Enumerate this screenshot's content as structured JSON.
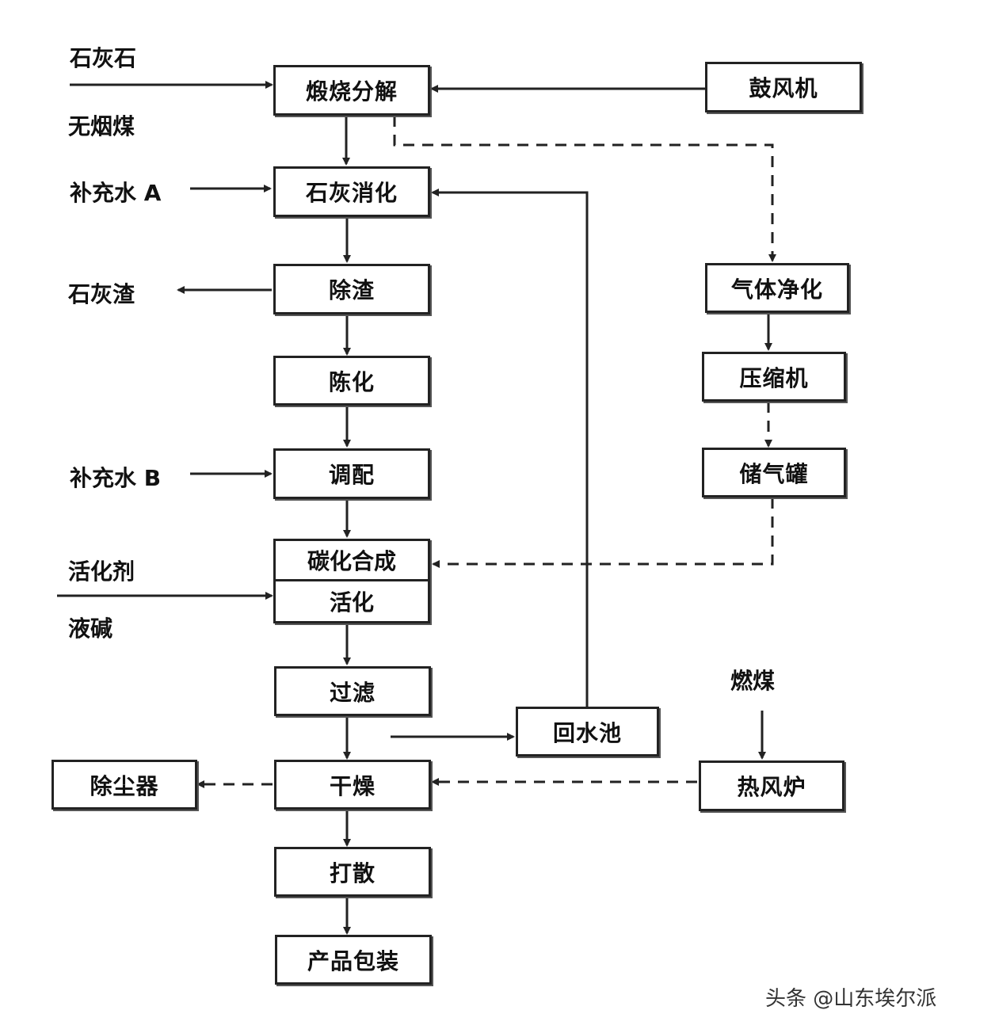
{
  "nodes": {
    "calcination": "煅烧分解",
    "blower": "鼓风机",
    "lime_digestion": "石灰消化",
    "gas_purification": "气体净化",
    "slag_removal": "除渣",
    "aging": "陈化",
    "compressor": "压缩机",
    "blending": "调配",
    "gas_tank": "储气罐",
    "carbonation": "碳化合成",
    "activation": "活化",
    "filtration": "过滤",
    "water_return_pool": "回水池",
    "dust_collector": "除尘器",
    "drying": "干燥",
    "hot_air_furnace": "热风炉",
    "scattering": "打散",
    "packaging": "产品包装"
  },
  "labels": {
    "limestone": "石灰石",
    "anthracite": "无烟煤",
    "water_a": "补充水 A",
    "lime_slag": "石灰渣",
    "water_b": "补充水 B",
    "activator": "活化剂",
    "liquid_alkali": "液碱",
    "coal_fuel": "燃煤"
  },
  "watermark": "头条 @山东埃尔派"
}
